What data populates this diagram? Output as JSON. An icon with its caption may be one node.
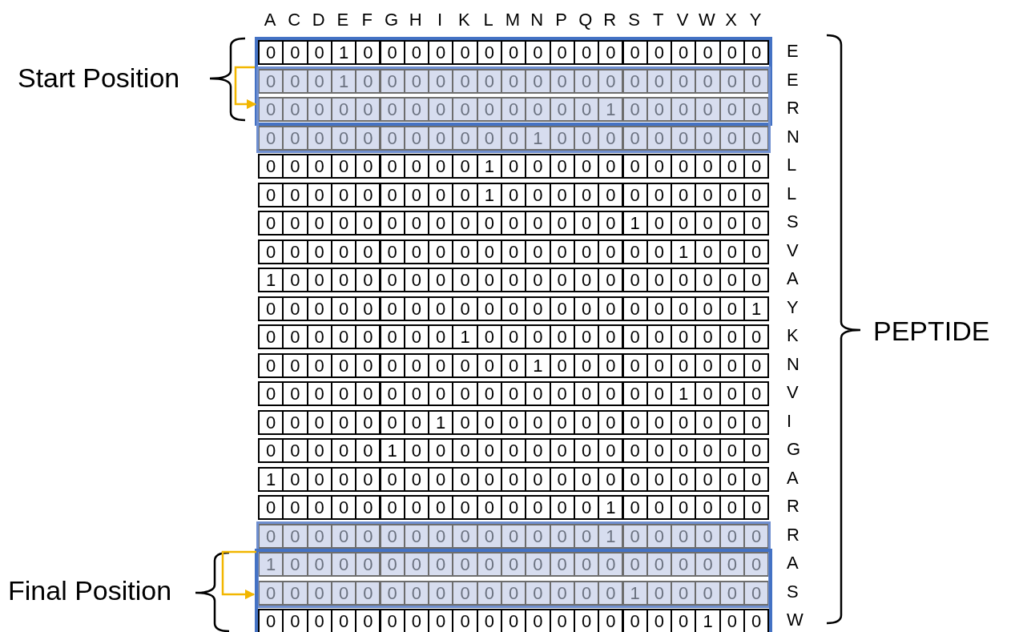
{
  "diagram": {
    "nodes": [
      {
        "text": [
          "Start Position"
        ]
      },
      {
        "text": [],
        "shape": "box"
      },
      {
        "text": [],
        "shape": "box"
      },
      {
        "text": [],
        "shape": "box"
      },
      {
        "text": [
          "Final Position"
        ]
      },
      {
        "text": [],
        "shape": "box"
      }
    ],
    "edges": [
      {
        "from": 1,
        "to": 2,
        "arrow": "to"
      },
      {
        "from": 3,
        "to": 5,
        "arrow": "to"
      }
    ],
    "labels": [
      "A",
      "C",
      "D",
      "E",
      "F",
      "G",
      "H",
      "I",
      "K",
      "L",
      "M",
      "N",
      "P",
      "Q",
      "R",
      "S",
      "T",
      "V",
      "W",
      "X",
      "Y",
      "0",
      "0",
      "0",
      "1",
      "0",
      "0",
      "0",
      "0",
      "0",
      "0",
      "0",
      "0",
      "0",
      "0",
      "0",
      "0",
      "0",
      "0",
      "0",
      "0",
      "0",
      "E",
      "0",
      "0",
      "0",
      "1",
      "0",
      "0",
      "0",
      "0",
      "0",
      "0",
      "0",
      "0",
      "0",
      "0",
      "0",
      "0",
      "0",
      "0",
      "0",
      "0",
      "0",
      "E",
      "0",
      "0",
      "0",
      "0",
      "0",
      "0",
      "0",
      "0",
      "0",
      "0",
      "0",
      "0",
      "0",
      "0",
      "1",
      "0",
      "0",
      "0",
      "0",
      "0",
      "0",
      "R",
      "0",
      "0",
      "0",
      "0",
      "0",
      "0",
      "0",
      "0",
      "0",
      "0",
      "0",
      "1",
      "0",
      "0",
      "0",
      "0",
      "0",
      "0",
      "0",
      "0",
      "0",
      "N",
      "0",
      "0",
      "0",
      "0",
      "0",
      "0",
      "0",
      "0",
      "0",
      "1",
      "0",
      "0",
      "0",
      "0",
      "0",
      "0",
      "0",
      "0",
      "0",
      "0",
      "0",
      "L",
      "0",
      "0",
      "0",
      "0",
      "0",
      "0",
      "0",
      "0",
      "0",
      "1",
      "0",
      "0",
      "0",
      "0",
      "0",
      "0",
      "0",
      "0",
      "0",
      "0",
      "0",
      "L",
      "0",
      "0",
      "0",
      "0",
      "0",
      "0",
      "0",
      "0",
      "0",
      "0",
      "0",
      "0",
      "0",
      "0",
      "0",
      "1",
      "0",
      "0",
      "0",
      "0",
      "0",
      "S",
      "0",
      "0",
      "0",
      "0",
      "0",
      "0",
      "0",
      "0",
      "0",
      "0",
      "0",
      "0",
      "0",
      "0",
      "0",
      "0",
      "0",
      "1",
      "0",
      "0",
      "0",
      "V",
      "1",
      "0",
      "0",
      "0",
      "0",
      "0",
      "0",
      "0",
      "0",
      "0",
      "0",
      "0",
      "0",
      "0",
      "0",
      "0",
      "0",
      "0",
      "0",
      "0",
      "0",
      "A",
      "0",
      "0",
      "0",
      "0",
      "0",
      "0",
      "0",
      "0",
      "0",
      "0",
      "0",
      "0",
      "0",
      "0",
      "0",
      "0",
      "0",
      "0",
      "0",
      "0",
      "1",
      "Y",
      "0",
      "0",
      "0",
      "0",
      "0",
      "0",
      "0",
      "0",
      "1",
      "0",
      "0",
      "0",
      "0",
      "0",
      "0",
      "0",
      "0",
      "0",
      "0",
      "0",
      "0",
      "K",
      "0",
      "0",
      "0",
      "0",
      "0",
      "0",
      "0",
      "0",
      "0",
      "0",
      "0",
      "1",
      "0",
      "0",
      "0",
      "0",
      "0",
      "0",
      "0",
      "0",
      "0",
      "N",
      "0",
      "0",
      "0",
      "0",
      "0",
      "0",
      "0",
      "0",
      "0",
      "0",
      "0",
      "0",
      "0",
      "0",
      "0",
      "0",
      "0",
      "1",
      "0",
      "0",
      "0",
      "V",
      "0",
      "0",
      "0",
      "0",
      "0",
      "0",
      "0",
      "1",
      "0",
      "0",
      "0",
      "0",
      "0",
      "0",
      "0",
      "0",
      "0",
      "0",
      "0",
      "0",
      "0",
      "I",
      "0",
      "0",
      "0",
      "0",
      "0",
      "1",
      "0",
      "0",
      "0",
      "0",
      "0",
      "0",
      "0",
      "0",
      "0",
      "0",
      "0",
      "0",
      "0",
      "0",
      "0",
      "G",
      "1",
      "0",
      "0",
      "0",
      "0",
      "0",
      "0",
      "0",
      "0",
      "0",
      "0",
      "0",
      "0",
      "0",
      "0",
      "0",
      "0",
      "0",
      "0",
      "0",
      "0",
      "A",
      "0",
      "0",
      "0",
      "0",
      "0",
      "0",
      "0",
      "0",
      "0",
      "0",
      "0",
      "0",
      "0",
      "0",
      "1",
      "0",
      "0",
      "0",
      "0",
      "0",
      "0",
      "R",
      "0",
      "0",
      "0",
      "0",
      "0",
      "0",
      "0",
      "0",
      "0",
      "0",
      "0",
      "0",
      "0",
      "0",
      "1",
      "0",
      "0",
      "0",
      "0",
      "0",
      "0",
      "R",
      "1",
      "0",
      "0",
      "0",
      "0",
      "0",
      "0",
      "0",
      "0",
      "0",
      "0",
      "0",
      "0",
      "0",
      "0",
      "0",
      "0",
      "0",
      "0",
      "0",
      "0",
      "A",
      "0",
      "0",
      "0",
      "0",
      "0",
      "0",
      "0",
      "0",
      "0",
      "0",
      "0",
      "0",
      "0",
      "0",
      "0",
      "1",
      "0",
      "0",
      "0",
      "0",
      "0",
      "S",
      "0",
      "0",
      "0",
      "0",
      "0",
      "0",
      "0",
      "0",
      "0",
      "0",
      "0",
      "0",
      "0",
      "0",
      "0",
      "0",
      "0",
      "0",
      "1",
      "0",
      "0",
      "W",
      "PEPTIDE"
    ]
  }
}
